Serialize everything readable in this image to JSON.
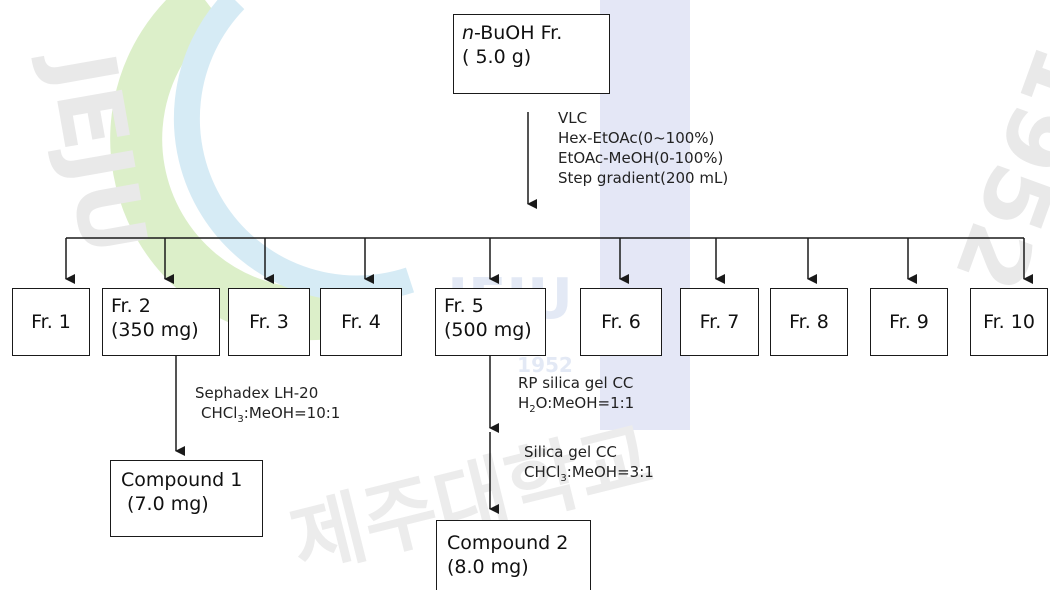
{
  "watermark": {
    "center_text": "JEJU",
    "center_year": "1952",
    "left_text": "JEJU",
    "right_text": "1952",
    "bottom_text": "제주대학교"
  },
  "start": {
    "prefix": "n",
    "label": "-BuOH Fr.",
    "amount": "( 5.0 g)"
  },
  "vlc_note": [
    "VLC",
    "Hex-EtOAc(0~100%)",
    "EtOAc-MeOH(0-100%)",
    "Step gradient(200 mL)"
  ],
  "fractions": [
    {
      "label": "Fr. 1"
    },
    {
      "label": "Fr. 2",
      "amount": "(350 mg)"
    },
    {
      "label": "Fr. 3"
    },
    {
      "label": "Fr. 4"
    },
    {
      "label": "Fr. 5",
      "amount": "(500 mg)"
    },
    {
      "label": "Fr. 6"
    },
    {
      "label": "Fr. 7"
    },
    {
      "label": "Fr. 8"
    },
    {
      "label": "Fr. 9"
    },
    {
      "label": "Fr. 10"
    }
  ],
  "sephadex_note": {
    "line1": "Sephadex LH-20",
    "line2_a": "CHCl",
    "line2_sub": "3",
    "line2_b": ":MeOH=10:1"
  },
  "rp_note": {
    "line1": "RP silica gel  CC",
    "line2_a": "H",
    "line2_sub": "2",
    "line2_b": "O:MeOH=1:1"
  },
  "silica_note": {
    "line1": "Silica gel  CC",
    "line2_a": "CHCl",
    "line2_sub": "3",
    "line2_b": ":MeOH=3:1"
  },
  "compound1": {
    "label": "Compound 1",
    "amount": " (7.0 mg)"
  },
  "compound2": {
    "label": "Compound 2",
    "amount": "(8.0 mg)"
  }
}
